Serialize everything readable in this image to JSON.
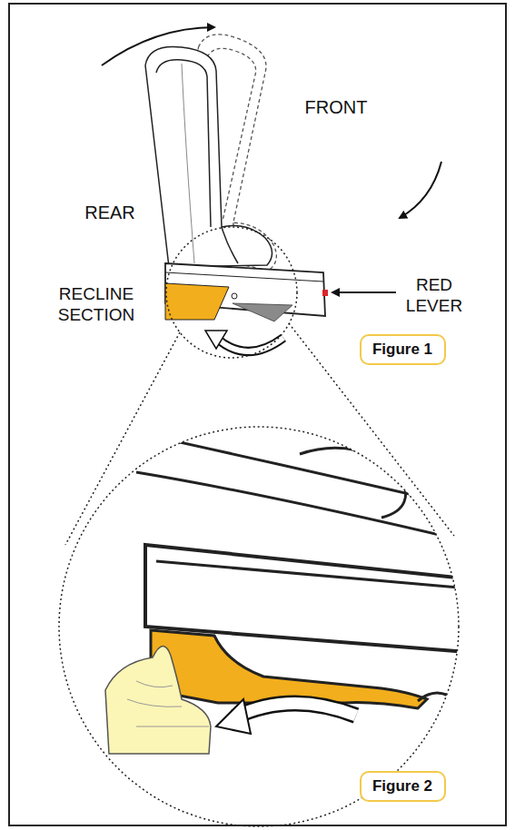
{
  "diagram": {
    "nodes": [
      {
        "text": [
          "Figure 1"
        ]
      },
      {
        "text": [
          "Figure 2"
        ]
      }
    ],
    "edges": [],
    "labels": [
      "FRONT",
      "REAR",
      "RED LEVER",
      "RECLINE SECTION"
    ]
  }
}
